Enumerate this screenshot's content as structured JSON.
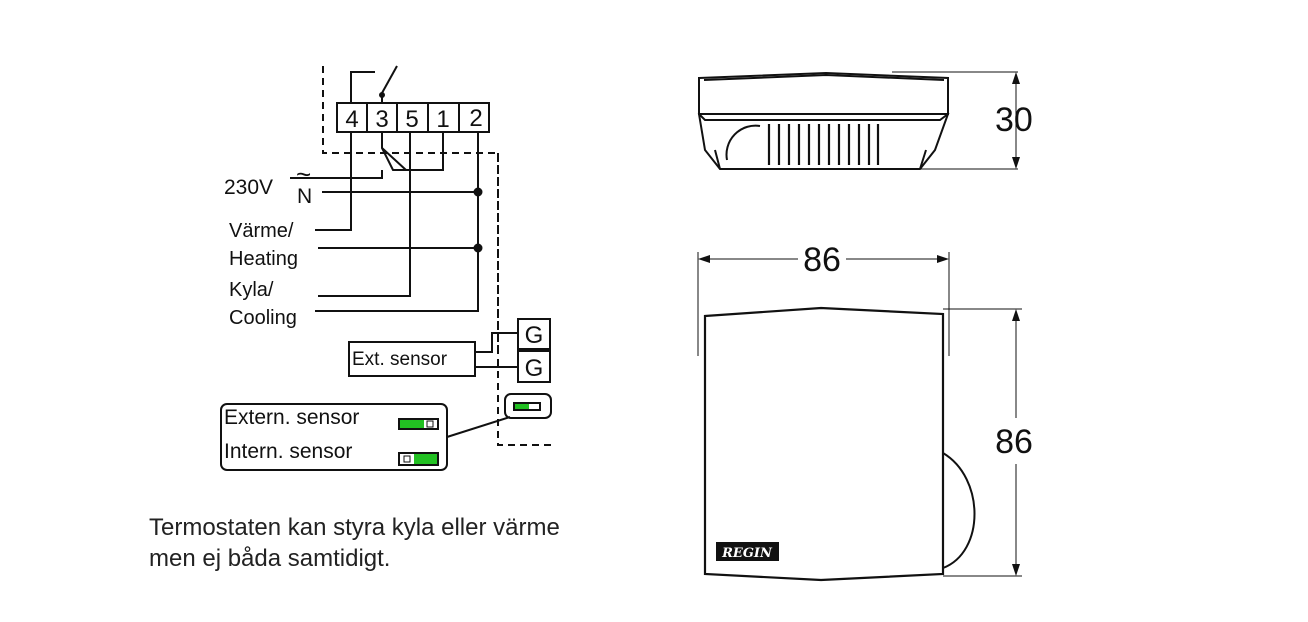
{
  "wiring": {
    "terminals": [
      "4",
      "3",
      "5",
      "1",
      "2"
    ],
    "supply_voltage": "230V",
    "tilde": "~",
    "neutral": "N",
    "heating_label_1": "Värme/",
    "heating_label_2": "Heating",
    "cooling_label_1": "Kyla/",
    "cooling_label_2": "Cooling",
    "sensor_terminals": [
      "G",
      "G"
    ],
    "ext_sensor_label": "Ext. sensor",
    "switch_extern_label": "Extern. sensor",
    "switch_intern_label": "Intern. sensor",
    "switch_color": "#22c022"
  },
  "caption": {
    "line1": "Termostaten kan styra kyla eller värme",
    "line2": "men ej båda samtidigt."
  },
  "dimensions": {
    "height": "30",
    "width": "86",
    "depth": "86",
    "brand": "REGIN"
  }
}
